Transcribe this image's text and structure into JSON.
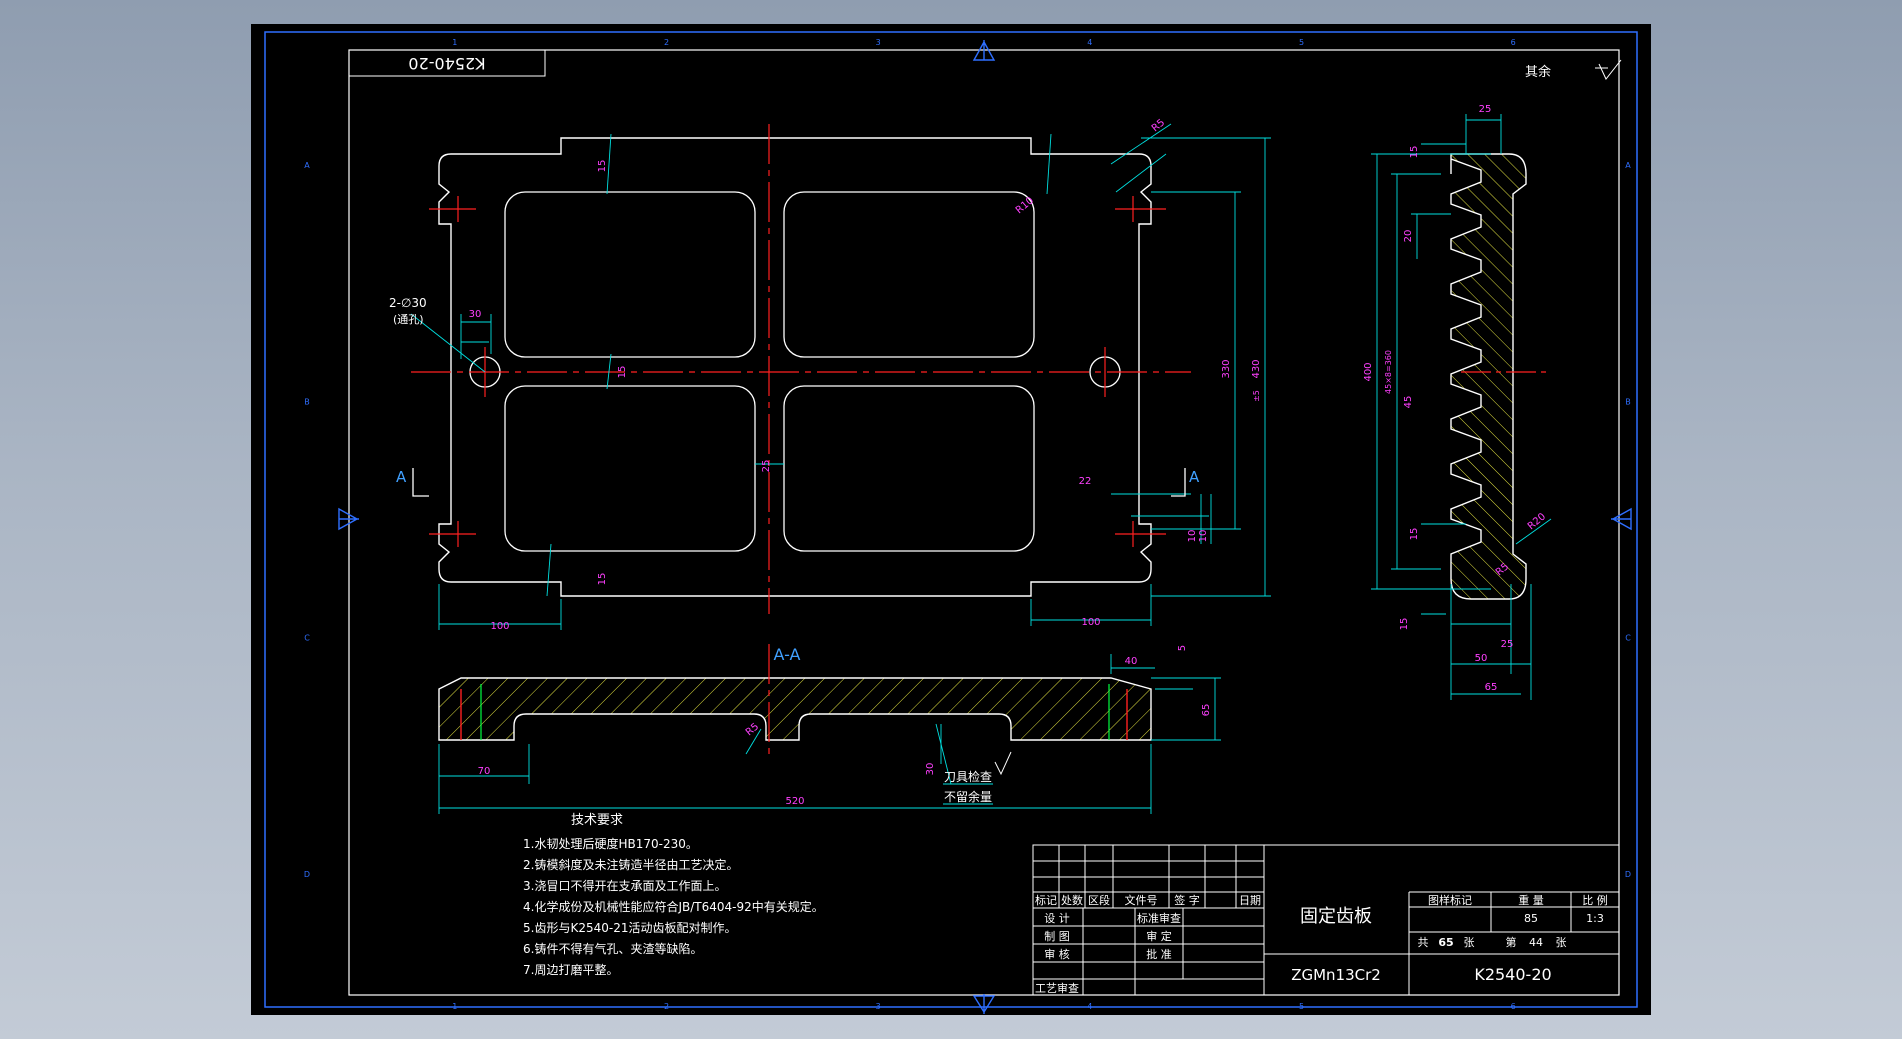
{
  "drawing": {
    "number_mirrored": "K2540-20",
    "roughness_note": "其余",
    "border_numbers_top": [
      "1",
      "2",
      "3",
      "4",
      "5",
      "6"
    ],
    "border_letters_side": [
      "A",
      "B",
      "C",
      "D"
    ]
  },
  "front_view": {
    "hole_note_line1": "2-∅30",
    "hole_note_line2": "(通孔)",
    "section_marker_left": "A",
    "section_marker_right": "A",
    "dimensions": {
      "hole_offset": "30",
      "left_bottom": "100",
      "right_bottom": "100",
      "height_inner": "330",
      "height_outer": "430",
      "height_outer_tol": "±5",
      "gap_center": "25",
      "rib_top": "15",
      "rib_mid": "15",
      "rib_bottom": "15",
      "radius_top": "R5",
      "radius_inner": "R10",
      "notch_width": "22",
      "notch_depth": "10",
      "notch_small": "10"
    }
  },
  "section_view": {
    "label": "A-A",
    "note_line1": "刀具检查",
    "note_line2": "不留余量",
    "dimensions": {
      "total_length": "520",
      "left_end": "70",
      "top_right": "40",
      "height": "65",
      "thickness_small": "5",
      "groove": "30",
      "radius": "R5"
    }
  },
  "side_view": {
    "dimensions": {
      "tooth_top": "25",
      "total_height": "400",
      "pitch_total": "45×8=360",
      "pitch": "45",
      "tooth_depth": "20",
      "edge_top": "15",
      "edge_bottom": "15",
      "base": "15",
      "width_total": "65",
      "width_mid": "50",
      "width_small": "25",
      "radius": "R20",
      "radius_small": "R5"
    }
  },
  "tech_requirements": {
    "title": "技术要求",
    "items": [
      "1.水韧处理后硬度HB170-230。",
      "2.铸模斜度及未注铸造半径由工艺决定。",
      "3.浇冒口不得开在支承面及工作面上。",
      "4.化学成份及机械性能应符合JB/T6404-92中有关规定。",
      "5.齿形与K2540-21活动齿板配对制作。",
      "6.铸件不得有气孔、夹渣等缺陷。",
      "7.周边打磨平整。"
    ]
  },
  "title_block": {
    "rev_headers": [
      "标记",
      "处数",
      "区段",
      "文件号",
      "签 字",
      "日期"
    ],
    "roles": [
      "设 计",
      "制 图",
      "审 核",
      "工艺审查"
    ],
    "roles_right": [
      "标准审查",
      "审 定",
      "批 准"
    ],
    "part_name": "固定齿板",
    "material": "ZGMn13Cr2",
    "drawing_no": "K2540-20",
    "col_headers": [
      "图样标记",
      "重 量",
      "比 例"
    ],
    "weight": "85",
    "scale": "1:3",
    "sheets_total_label": "共",
    "sheets_total": "65",
    "sheet_unit": "张",
    "sheet_no_label": "第",
    "sheet_no": "44",
    "sheet_no_unit": "张"
  },
  "colors": {
    "outline": "#ffffff",
    "dimension": "#00e0e0",
    "dim_text": "#ff40ff",
    "centerline": "#ff2020",
    "label": "#40a0ff",
    "hatch": "#e0e040",
    "section_line": "#00ff40",
    "border": "#2f6fff"
  }
}
